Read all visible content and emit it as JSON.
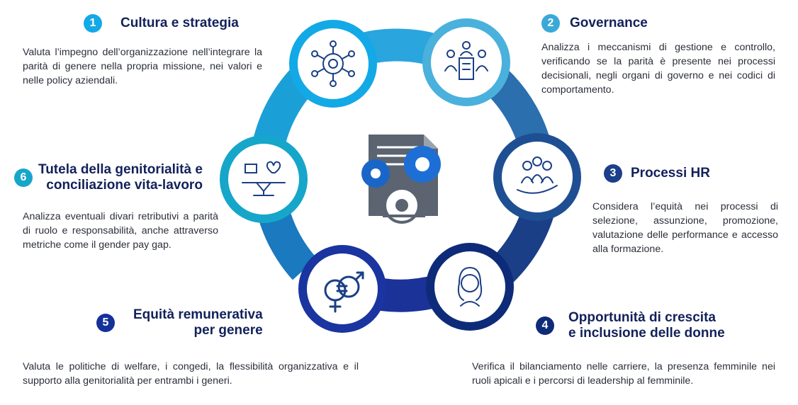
{
  "colors": {
    "step1": "#13a9e6",
    "step2": "#3aa9d8",
    "step3": "#1c3f8a",
    "step4": "#0d2b78",
    "step5": "#16309a",
    "step6": "#16a6c9",
    "title": "#12215a"
  },
  "steps": [
    {
      "number": "1",
      "title": "Cultura e strategia",
      "description": "Valuta l’impegno dell’organizzazione nell’integrare la parità di genere nella propria missione, nei valori e nelle policy aziendali.",
      "icon": "network-gear-icon"
    },
    {
      "number": "2",
      "title": "Governance",
      "description": "Analizza i meccanismi di gestione e controllo, verificando se la parità è presente nei processi decisionali, negli organi di governo e nei codici di comportamento.",
      "icon": "building-people-icon"
    },
    {
      "number": "3",
      "title": "Processi HR",
      "description": "Considera l’equità nei processi di selezione, assunzione, promozione, valutazione delle performance e accesso alla formazione.",
      "icon": "hand-team-icon"
    },
    {
      "number": "4",
      "title_line1": "Opportunità di crescita",
      "title_line2": "e inclusione delle donne",
      "description": "Verifica il bilanciamento nelle carriere, la presenza femminile nei ruoli apicali e i percorsi di leadership al femminile.",
      "icon": "woman-face-icon"
    },
    {
      "number": "5",
      "title_line1": "Equità remunerativa",
      "title_line2": "per genere",
      "description": "Valuta le politiche di welfare, i congedi, la flessibilità organizzativa e il supporto alla genitorialità per entrambi i generi.",
      "icon": "gender-equal-icon"
    },
    {
      "number": "6",
      "title_line1": "Tutela della genitorialità e",
      "title_line2": "conciliazione vita-lavoro",
      "description": "Analizza eventuali divari retributivi a parità di ruolo e responsabilità, anche attraverso metriche come il gender pay gap.",
      "icon": "balance-scale-icon"
    }
  ],
  "center_icon": "document-gears-icon"
}
